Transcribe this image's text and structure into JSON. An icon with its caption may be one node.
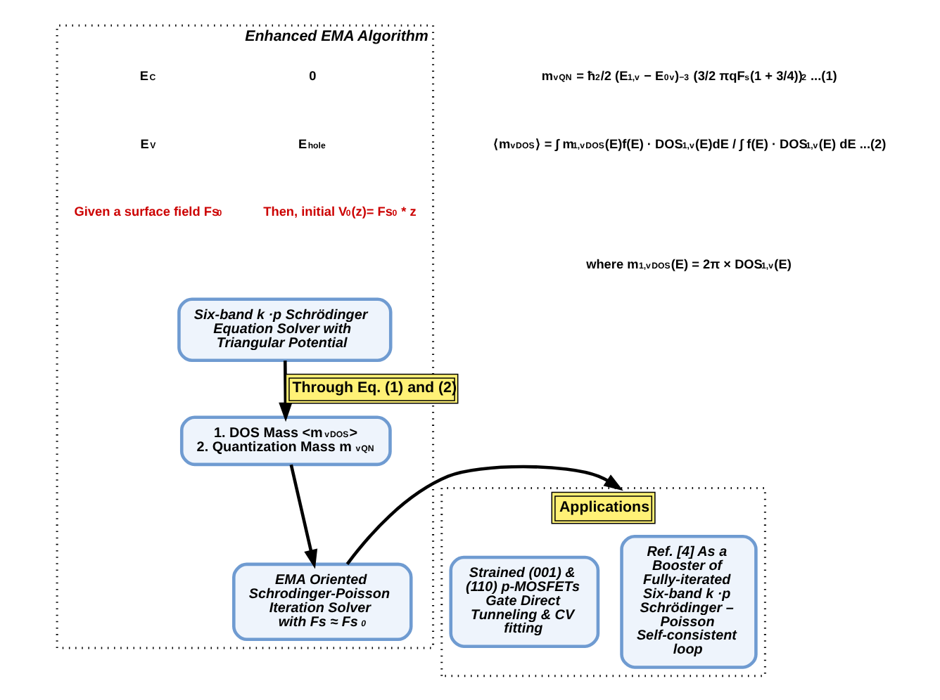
{
  "diagram": {
    "nodes": [
      {
        "text": [
          "Enhanced EMA Algorithm"
        ]
      },
      {
        "text": [
          "Six-band k ·p Schrödinger Equation Solver with Triangular Potential"
        ],
        "in": 0
      },
      {
        "text": [
          "1. DOS Mass <m$^{v}$$_{DOS}$>",
          "2. Quantization Mass m$^{v}$$_{QN}$"
        ],
        "in": 0
      },
      {
        "text": [
          "EMA Oriented Schrodinger-Poisson Iteration Solver",
          "with Fs ≈ Fs$^{0}$"
        ],
        "in": 0
      },
      {
        "text": [
          "Applications"
        ]
      },
      {
        "text": [
          "Ref. [4] As a Booster of Fully-iterated Six-band k ·p Schrödinger – Poisson Self-consistent loop"
        ],
        "in": 4
      },
      {
        "text": [
          "Strained (001) & (110) p-MOSFETs",
          "Gate Direct Tunneling & CV fitting"
        ],
        "in": 4
      }
    ],
    "edges": [
      {
        "from": 1,
        "to": 2,
        "arrow": "to",
        "label": "Through Eq. (1) and (2)"
      },
      {
        "from": 2,
        "to": 3,
        "arrow": "to"
      },
      {
        "from": 3,
        "to": 4,
        "arrow": "to"
      }
    ],
    "labels": [
      "0",
      "E$_{C}$",
      "E$_{V}$",
      "E$_{hole}$",
      "Given a surface field Fs$^{0}$",
      "Then, initial V$^{0}$(z)= Fs$^{0}$ * z",
      "m$^{v}$$_{QN}$ = ħ$^{2}$/2 (E$_{1,v}$ − E$^{0}$$_{v}$)$^{−3}$ (3/2 πqF$_{s}$(1 + 3/4))$^{2}$ ...(1)",
      "⟨m$^{v}$$_{DOS}$⟩ = ∫ m$^{1,v}$$_{DOS}$(E)f(E) · DOS$_{1,v}$(E)dE / ∫ f(E) · DOS$_{1,v}$(E) dE ...(2)",
      "where m$^{1,v}$$_{DOS}$(E) = 2π × DOS$_{1,v}$(E)"
    ]
  }
}
